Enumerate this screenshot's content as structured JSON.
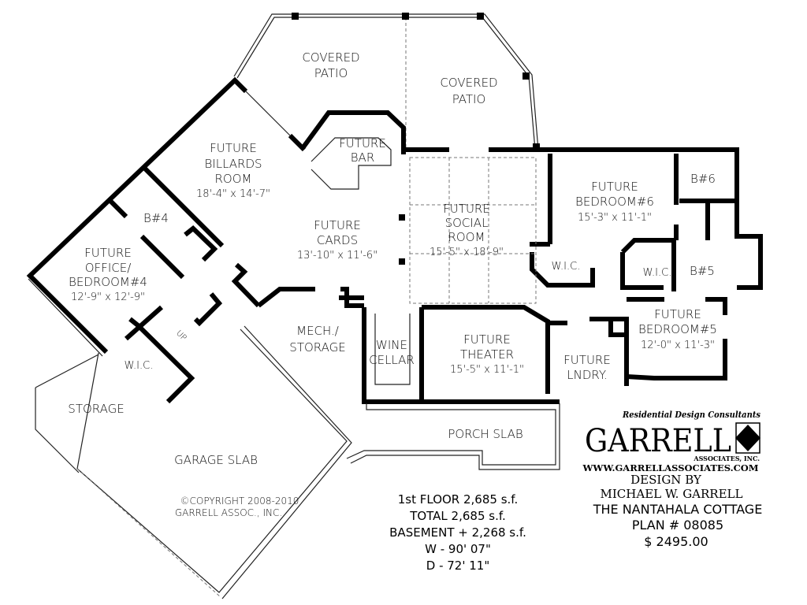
{
  "rooms": {
    "covered_patio_1": [
      "COVERED",
      "PATIO"
    ],
    "covered_patio_2": [
      "COVERED",
      "PATIO"
    ],
    "billiards": [
      "FUTURE",
      "BILLARDS",
      "ROOM",
      "18'-4\" x 14'-7\""
    ],
    "bar": [
      "FUTURE",
      "BAR"
    ],
    "cards": [
      "FUTURE",
      "CARDS",
      "13'-10\" x 11'-6\""
    ],
    "social": [
      "FUTURE",
      "SOCIAL",
      "ROOM",
      "15'-5\" x 18'-9\""
    ],
    "bedroom6": [
      "FUTURE",
      "BEDROOM#6",
      "15'-3\" x 11'-1\""
    ],
    "bath6": "B#6",
    "wic6": "W.I.C.",
    "wic5": "W.I.C.",
    "bath5": "B#5",
    "bedroom5": [
      "FUTURE",
      "BEDROOM#5",
      "12'-0\" x 11'-3\""
    ],
    "bath4": "B#4",
    "office4": [
      "FUTURE",
      "OFFICE/",
      "BEDROOM#4",
      "12'-9\" x 12'-9\""
    ],
    "stairs_up": "UP",
    "wic4": "W.I.C.",
    "mech": [
      "MECH./",
      "STORAGE"
    ],
    "wine": [
      "WINE",
      "CELLAR"
    ],
    "theater": [
      "FUTURE",
      "THEATER",
      "15'-5\" x 11'-1\""
    ],
    "laundry": [
      "FUTURE",
      "LNDRY."
    ],
    "storage": "STORAGE",
    "garage": "GARAGE SLAB",
    "porch": "PORCH SLAB"
  },
  "copyright": [
    "©COPYRIGHT 2008-2010",
    "GARRELL ASSOC., INC."
  ],
  "areas": [
    "1st FLOOR  2,685 s.f.",
    "TOTAL  2,685 s.f.",
    "BASEMENT + 2,268 s.f.",
    "W - 90' 07\"",
    "D -  72' 11\""
  ],
  "logo": {
    "tagline": "Residential Design Consultants",
    "name": "GARRELL",
    "sub": "ASSOCIATES, INC."
  },
  "info": {
    "website": "WWW.GARRELLASSOCIATES.COM",
    "design_by": "DESIGN BY",
    "designer": "MICHAEL W. GARRELL",
    "plan_name": "THE NANTAHALA COTTAGE",
    "plan_number": "PLAN # 08085",
    "price": "$ 2495.00"
  }
}
